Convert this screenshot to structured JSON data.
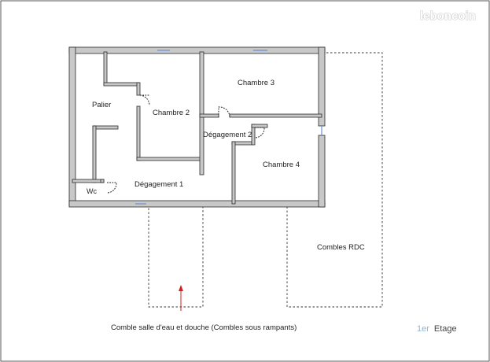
{
  "watermark": "leboncoin",
  "rooms": {
    "palier": "Palier",
    "chambre2": "Chambre 2",
    "chambre3": "Chambre 3",
    "chambre4": "Chambre 4",
    "degagement1": "Dégagement 1",
    "degagement2": "Dégagement 2",
    "wc": "Wc",
    "combles_rdc": "Combles RDC"
  },
  "annotation": "Comble salle d'eau et douche (Combles sous rampants)",
  "floor_label": {
    "number": "1er",
    "word": "Etage"
  },
  "colors": {
    "wall_fill": "#c8c8c8",
    "wall_stroke": "#2a2a2a",
    "arrow": "#d42020",
    "window": "#6a8fd0",
    "door": "#1a1a1a"
  }
}
